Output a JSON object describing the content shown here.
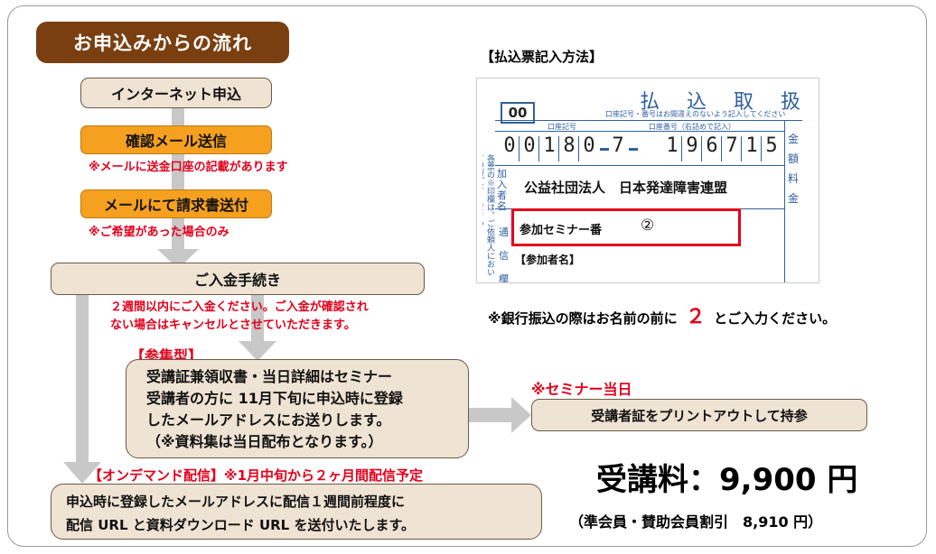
{
  "flow": {
    "title": "お申込みからの流れ",
    "step1": "インターネット申込",
    "step2": "確認メール送信",
    "note2": "※メールに送金口座の記載があります",
    "step3": "メールにて請求書送付",
    "note3": "※ご希望があった場合のみ",
    "step4": "ご入金手続き",
    "note4_line1": "２週間以内にご入金ください。ご入金が確認され",
    "note4_line2": "ない場合はキャンセルとさせていただきます。"
  },
  "attend": {
    "heading": "【参集型】",
    "line1": "受講証兼領収書・当日詳細はセミナー",
    "line2": "受講者の方に 11月下旬に申込時に登録",
    "line3": "したメールアドレスにお送りします。",
    "line4": "（※資料集は当日配布となります。）"
  },
  "seminar_day": {
    "heading": "※セミナー当日",
    "action": "受講者証をプリントアウトして持参"
  },
  "ondemand": {
    "heading": "【オンデマンド配信】※1月中旬から２ヶ月間配信予定",
    "line1": "申込時に登録したメールアドレスに配信１週間前程度に",
    "line2": "配信 URL と資料ダウンロード URL を送付いたします。"
  },
  "payment_slip": {
    "heading": "【払込票記入方法】",
    "header_chars": "払　込　取　扱",
    "box_num": "00",
    "small_note": "口座記号・番号はお間違えのないよう記入してください",
    "label_kigou": "口座記号",
    "label_bangou": "口座番号（右詰めで記入）",
    "account_digits": [
      "0",
      "0",
      "1",
      "8",
      "0"
    ],
    "account_check": "7",
    "account_number": [
      "1",
      "9",
      "6",
      "7",
      "1",
      "5"
    ],
    "side_kin": "金",
    "side_gaku": "額",
    "side_ryo": "料",
    "side_kin2": "金",
    "left_vert": "各票の※印欄は、ご依頼人において記載してください",
    "payee_label": "加入者名",
    "payee": "公益社団法人　日本発達障害連盟",
    "comm_label": "通信欄",
    "seminar_label": "参加セミナー番",
    "seminar_no": "②",
    "participant_label": "【参加者名】"
  },
  "bank_note": {
    "before": "※銀行振込の際はお名前の前に",
    "num": "２",
    "after": "とご入力ください。"
  },
  "fee": {
    "main": "受講料：9,900 円",
    "sub": "（準会員・賛助会員割引　8,910 円）"
  },
  "colors": {
    "title_bg": "#7a3f10",
    "orange": "#f5a01f",
    "box_bg": "#efe3d3",
    "red": "#e3001b",
    "arrow_gray": "#c8c8c8",
    "slip_blue": "#3060a0"
  }
}
